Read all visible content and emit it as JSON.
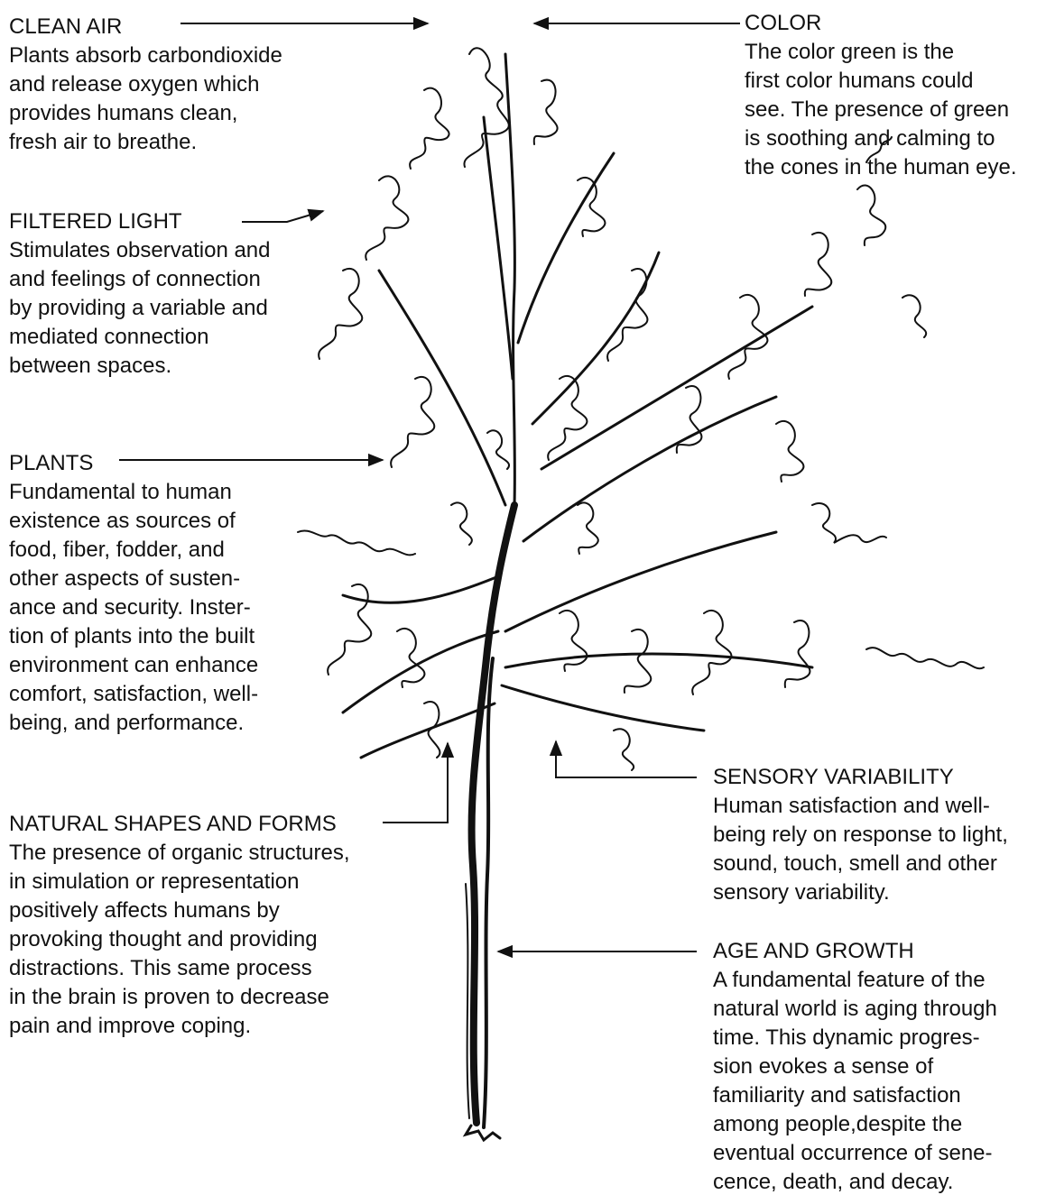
{
  "annotations": {
    "clean_air": {
      "title": "CLEAN AIR",
      "lines": [
        "Plants absorb carbondioxide",
        "and release oxygen which",
        "provides humans clean,",
        "fresh air to breathe."
      ]
    },
    "color": {
      "title": "COLOR",
      "lines": [
        "The color green is the",
        "first color humans could",
        "see. The presence of green",
        "is soothing and calming to",
        "the cones in the human eye."
      ]
    },
    "filtered_light": {
      "title": "FILTERED LIGHT",
      "lines": [
        "Stimulates observation and",
        "and feelings of connection",
        "by providing a variable and",
        "mediated connection",
        "between spaces."
      ]
    },
    "plants": {
      "title": "PLANTS",
      "lines": [
        "Fundamental to human",
        "existence as sources of",
        "food, fiber, fodder, and",
        "other aspects of susten-",
        "ance and security. Inster-",
        "tion of plants into the built",
        "environment can enhance",
        "comfort, satisfaction, well-",
        "being, and performance."
      ]
    },
    "natural_shapes": {
      "title": "NATURAL SHAPES AND FORMS",
      "lines": [
        "The presence of organic structures,",
        "in simulation or representation",
        "positively affects humans by",
        "provoking thought and providing",
        "distractions. This same process",
        "in the brain is proven to decrease",
        "pain and improve coping."
      ]
    },
    "sensory_variability": {
      "title": "SENSORY VARIABILITY",
      "lines": [
        "Human satisfaction and well-",
        "being rely on response to light,",
        "sound, touch, smell and other",
        "sensory variability."
      ]
    },
    "age_growth": {
      "title": "AGE AND GROWTH",
      "lines": [
        "A fundamental feature of the",
        "natural world is aging through",
        "time. This dynamic progres-",
        "sion evokes a sense of",
        "familiarity and satisfaction",
        "among people,despite the",
        "eventual occurrence of sene-",
        "cence, death, and decay."
      ]
    }
  },
  "colors": {
    "ink": "#111111",
    "background": "#ffffff"
  }
}
